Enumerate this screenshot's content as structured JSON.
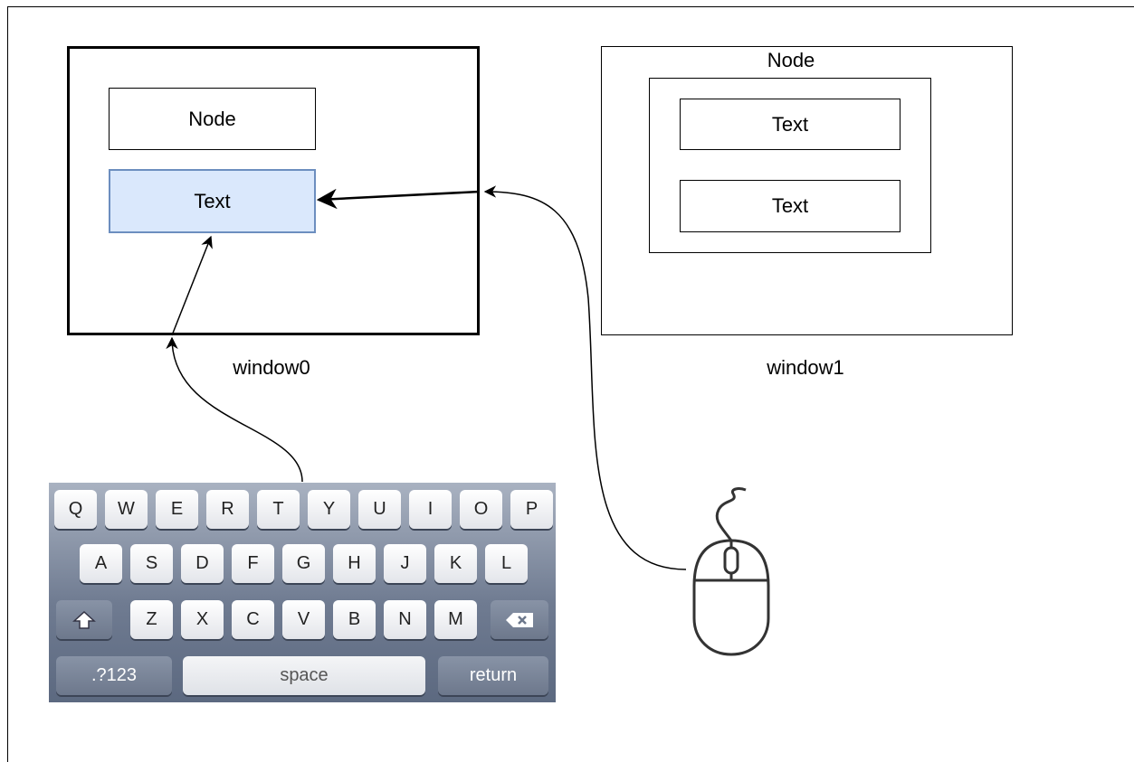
{
  "window0": {
    "caption": "window0",
    "node_label": "Node",
    "text_label": "Text"
  },
  "window1": {
    "caption": "window1",
    "node_label": "Node",
    "text_labels": [
      "Text",
      "Text"
    ]
  },
  "keyboard": {
    "row1": [
      "Q",
      "W",
      "E",
      "R",
      "T",
      "Y",
      "U",
      "I",
      "O",
      "P"
    ],
    "row2": [
      "A",
      "S",
      "D",
      "F",
      "G",
      "H",
      "J",
      "K",
      "L"
    ],
    "row3": [
      "Z",
      "X",
      "C",
      "V",
      "B",
      "N",
      "M"
    ],
    "numbers_label": ".?123",
    "space_label": "space",
    "return_label": "return"
  },
  "icons": {
    "shift": "shift-arrow-icon",
    "backspace": "backspace-icon",
    "mouse": "computer-mouse-icon"
  },
  "colors": {
    "focused_fill": "#dae8fc",
    "focused_border": "#6c8ebf",
    "keyboard_bg": "#6f7b91"
  }
}
